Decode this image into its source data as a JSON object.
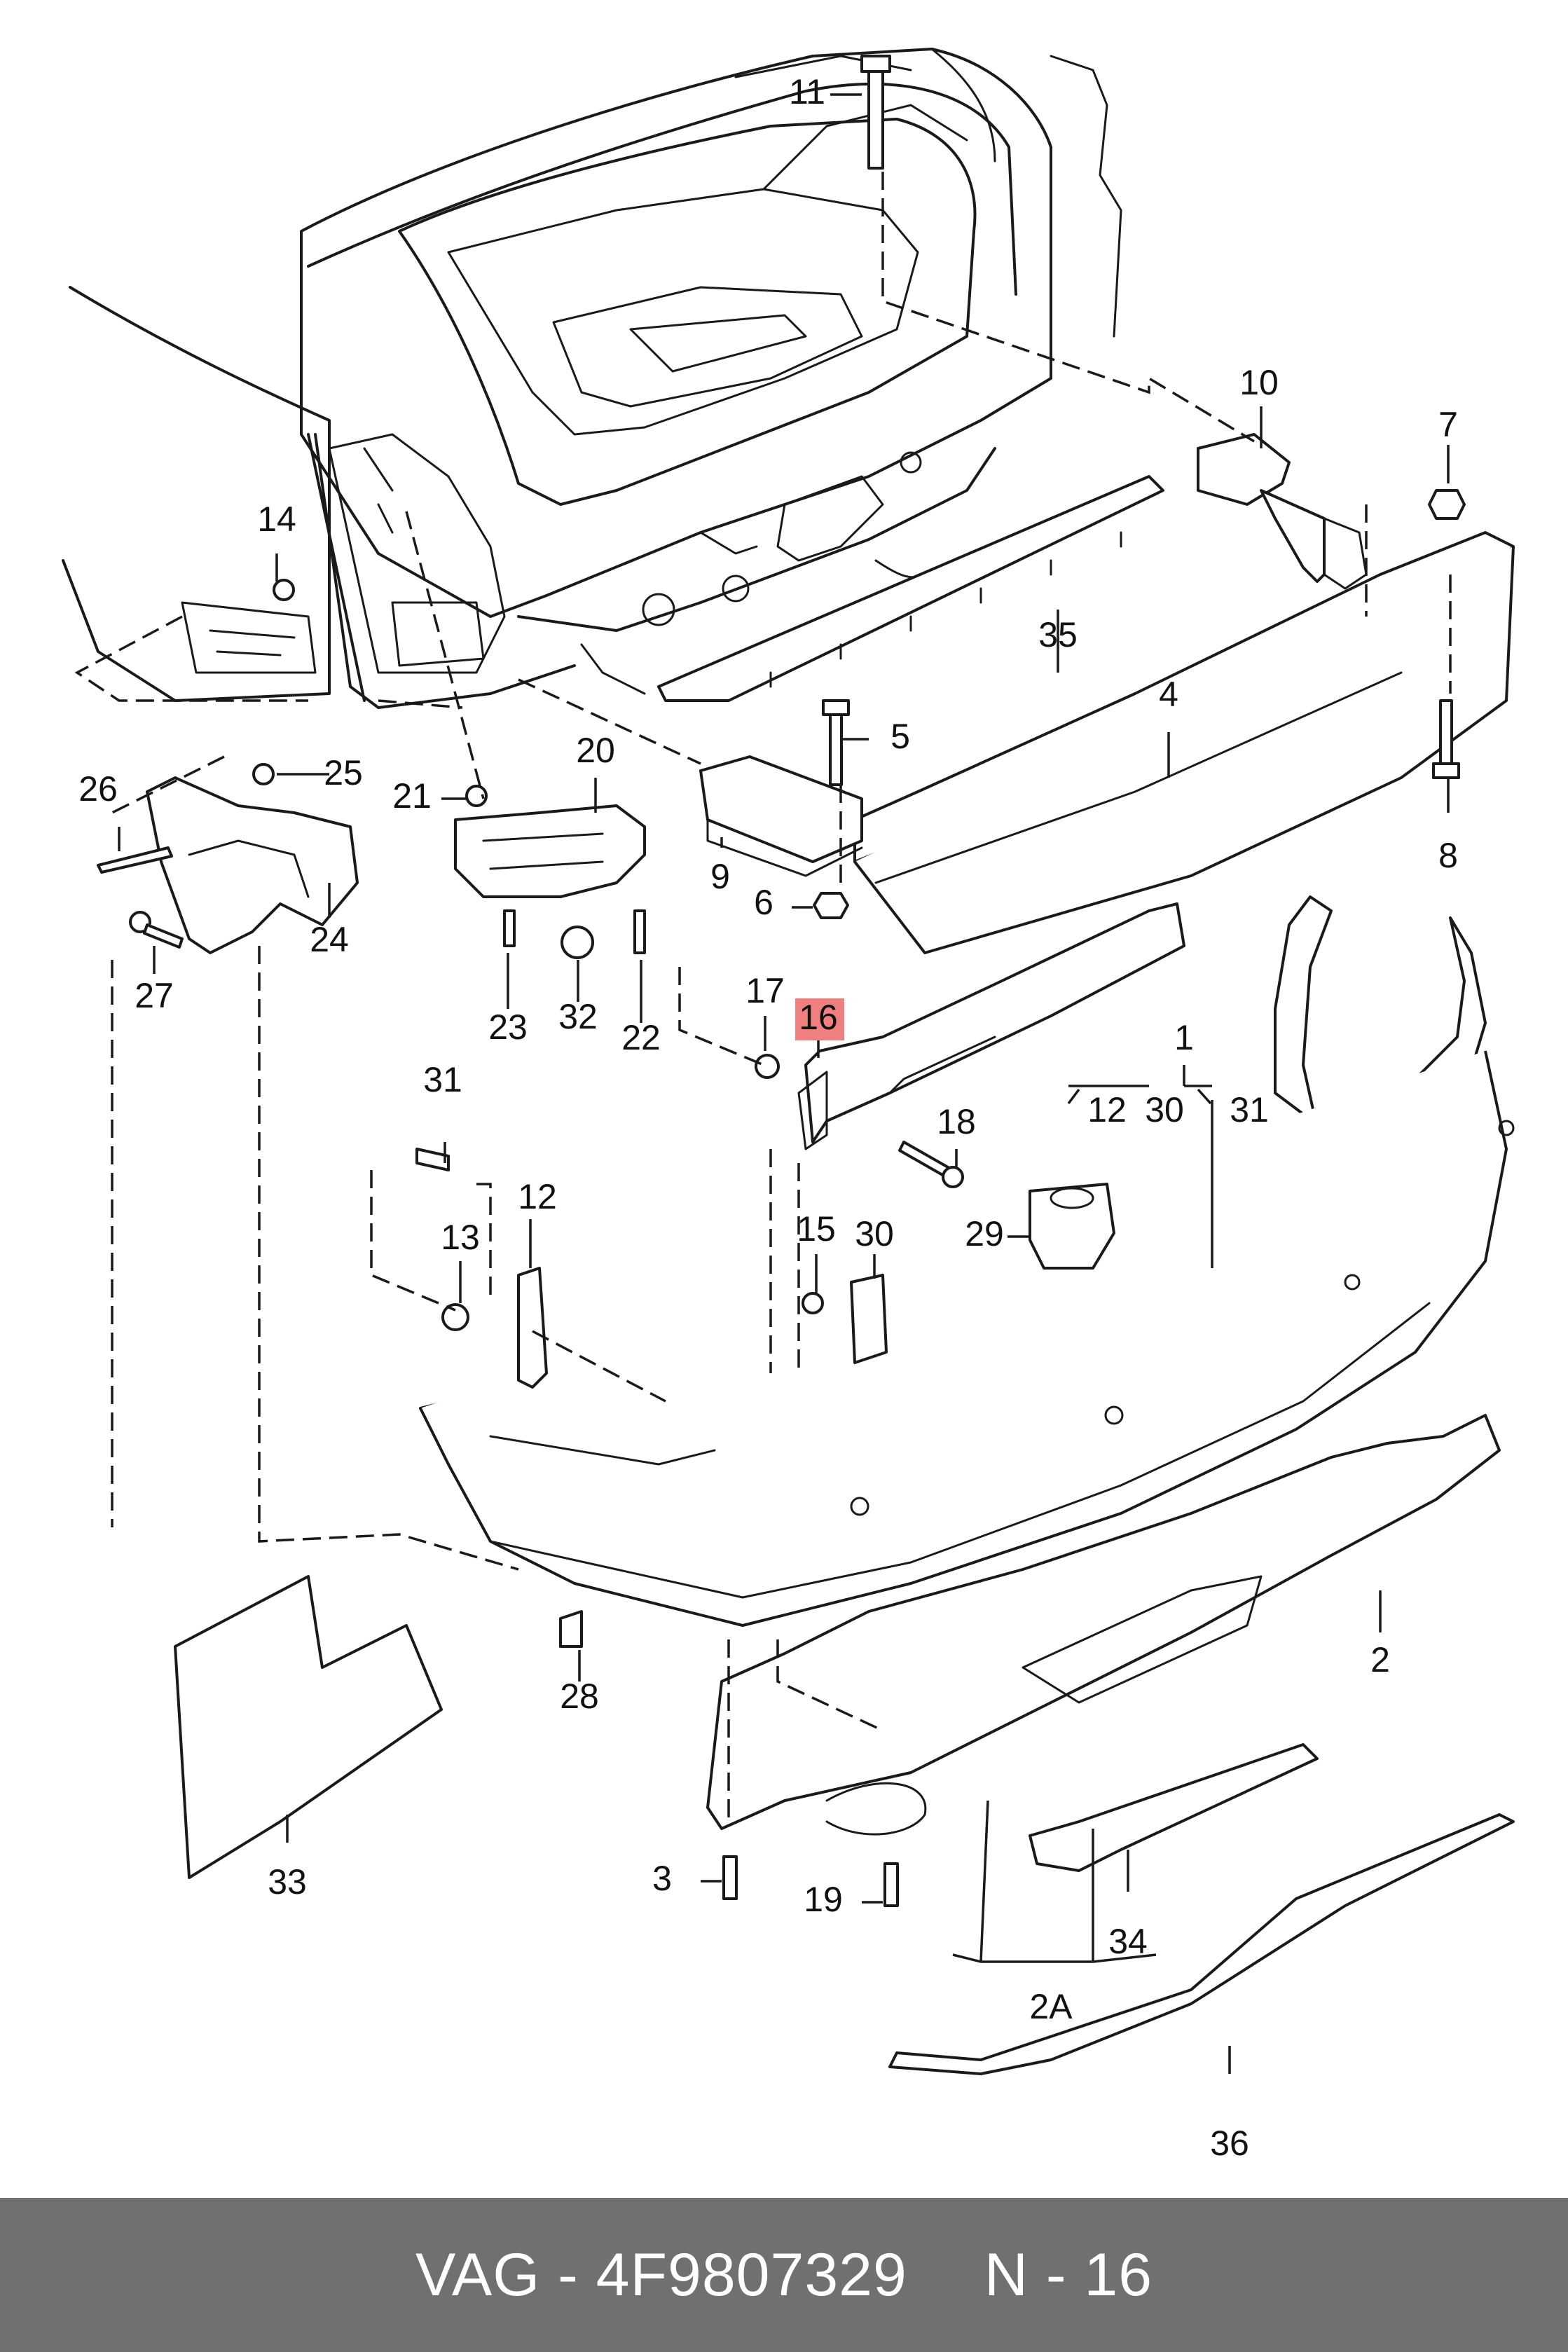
{
  "footer": {
    "brand": "VAG",
    "dash": "-",
    "part_number": "4F9807329",
    "ref_prefix": "N",
    "ref_number": "16"
  },
  "labels": {
    "l11": "11",
    "l10": "10",
    "l7": "7",
    "l14": "14",
    "l35": "35",
    "l4": "4",
    "l5": "5",
    "l26": "26",
    "l25": "25",
    "l21": "21",
    "l20": "20",
    "l9": "9",
    "l6": "6",
    "l8": "8",
    "l24": "24",
    "l27": "27",
    "l23": "23",
    "l32": "32",
    "l22": "22",
    "l17": "17",
    "l16": "16",
    "l1": "1",
    "l12a": "12",
    "l30a": "30",
    "l31a": "31",
    "l31": "31",
    "l18": "18",
    "l12": "12",
    "l13": "13",
    "l15": "15",
    "l30": "30",
    "l29": "29",
    "l2": "2",
    "l28": "28",
    "l33": "33",
    "l3": "3",
    "l19": "19",
    "l34": "34",
    "l2A": "2A",
    "l36": "36"
  },
  "highlight": {
    "color": "#f08080",
    "part": "16"
  }
}
